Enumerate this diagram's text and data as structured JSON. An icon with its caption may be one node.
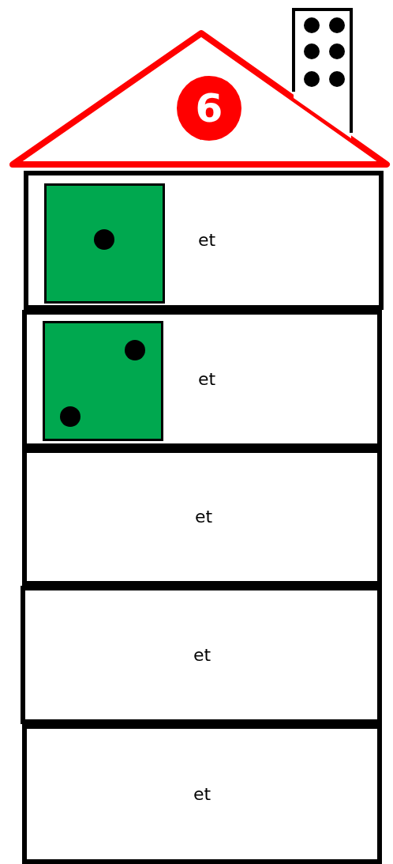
{
  "diagram": {
    "nodes": [
      {
        "text": [
          "6"
        ]
      },
      {
        "text": [
          "et"
        ]
      },
      {
        "text": [],
        "shape": "box",
        "in": 1
      },
      {
        "text": [
          "et"
        ]
      },
      {
        "text": [],
        "shape": "box",
        "in": 3
      },
      {
        "text": [
          "et"
        ]
      },
      {
        "text": [
          "et"
        ]
      },
      {
        "text": [
          "et"
        ]
      }
    ]
  }
}
